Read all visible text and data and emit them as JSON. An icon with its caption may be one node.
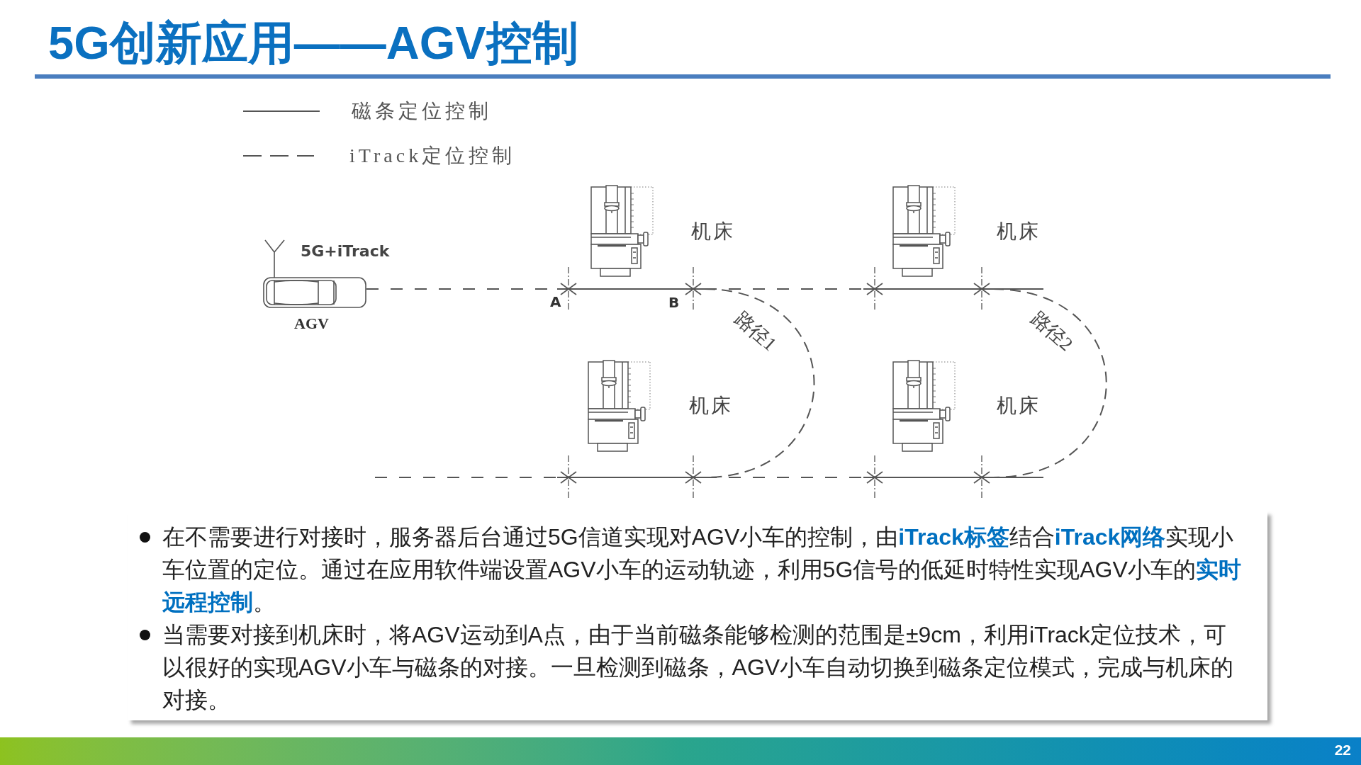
{
  "diagram": {
    "title": "5G创新应用——AGV控制",
    "nodes": [
      {
        "text": [],
        "shape": "picture",
        "beside": [
          "5G+iTrack",
          "AGV"
        ]
      },
      {
        "text": [],
        "shape": "picture",
        "beside": [
          "机床"
        ]
      },
      {
        "text": [],
        "shape": "picture",
        "beside": [
          "机床"
        ]
      },
      {
        "text": [],
        "shape": "cross",
        "beside": [
          "A"
        ]
      },
      {
        "text": [],
        "shape": "cross",
        "beside": [
          "B"
        ]
      },
      {
        "text": [],
        "shape": "cross"
      },
      {
        "text": [],
        "shape": "cross"
      },
      {
        "text": [],
        "shape": "picture",
        "beside": [
          "机床"
        ]
      },
      {
        "text": [],
        "shape": "picture",
        "beside": [
          "机床"
        ]
      },
      {
        "text": [],
        "shape": "cross"
      },
      {
        "text": [],
        "shape": "cross"
      },
      {
        "text": [],
        "shape": "cross"
      },
      {
        "text": [],
        "shape": "cross"
      },
      {
        "text": [
          "在不需要进行对接时，服务器后台通过5G信道实现对AGV小车的控制，由**iTrack标签**结合**iTrack网络**实现小车位置的定位。通过在应用软件端设置AGV小车的运动轨迹，利用5G信号的低延时特性实现AGV小车的**实时远程控制**。",
          "当需要对接到机床时，将AGV运动到A点，由于当前磁条能够检测的范围是±9cm，利用iTrack定位技术，可以很好的实现AGV小车与磁条的对接。一旦检测到磁条，AGV小车自动切换到磁条定位模式，完成与机床的对接。"
        ]
      }
    ],
    "edges": [
      {
        "from": 0,
        "to": 3,
        "arrow": "none",
        "style": "dashed"
      },
      {
        "from": 3,
        "to": 4,
        "arrow": "none"
      },
      {
        "from": 4,
        "to": 5,
        "arrow": "none",
        "style": "dashed"
      },
      {
        "from": 5,
        "to": 6,
        "arrow": "none"
      },
      {
        "from": 6,
        "to": null,
        "arrow": "none"
      },
      {
        "from": null,
        "to": 9,
        "arrow": "none",
        "style": "dashed"
      },
      {
        "from": 9,
        "to": 10,
        "arrow": "none"
      },
      {
        "from": 10,
        "to": 11,
        "arrow": "none",
        "style": "dashed"
      },
      {
        "from": 11,
        "to": 12,
        "arrow": "none"
      },
      {
        "from": 12,
        "to": null,
        "arrow": "none"
      },
      {
        "from": 4,
        "to": 10,
        "arrow": "none",
        "style": "dashed",
        "label": "路径1"
      },
      {
        "from": 6,
        "to": 12,
        "arrow": "none",
        "style": "dashed",
        "label": "路径2"
      }
    ],
    "labels": [
      "22"
    ],
    "legend": [
      {
        "text": "磁条定位控制"
      },
      {
        "text": "iTrack定位控制"
      }
    ]
  }
}
